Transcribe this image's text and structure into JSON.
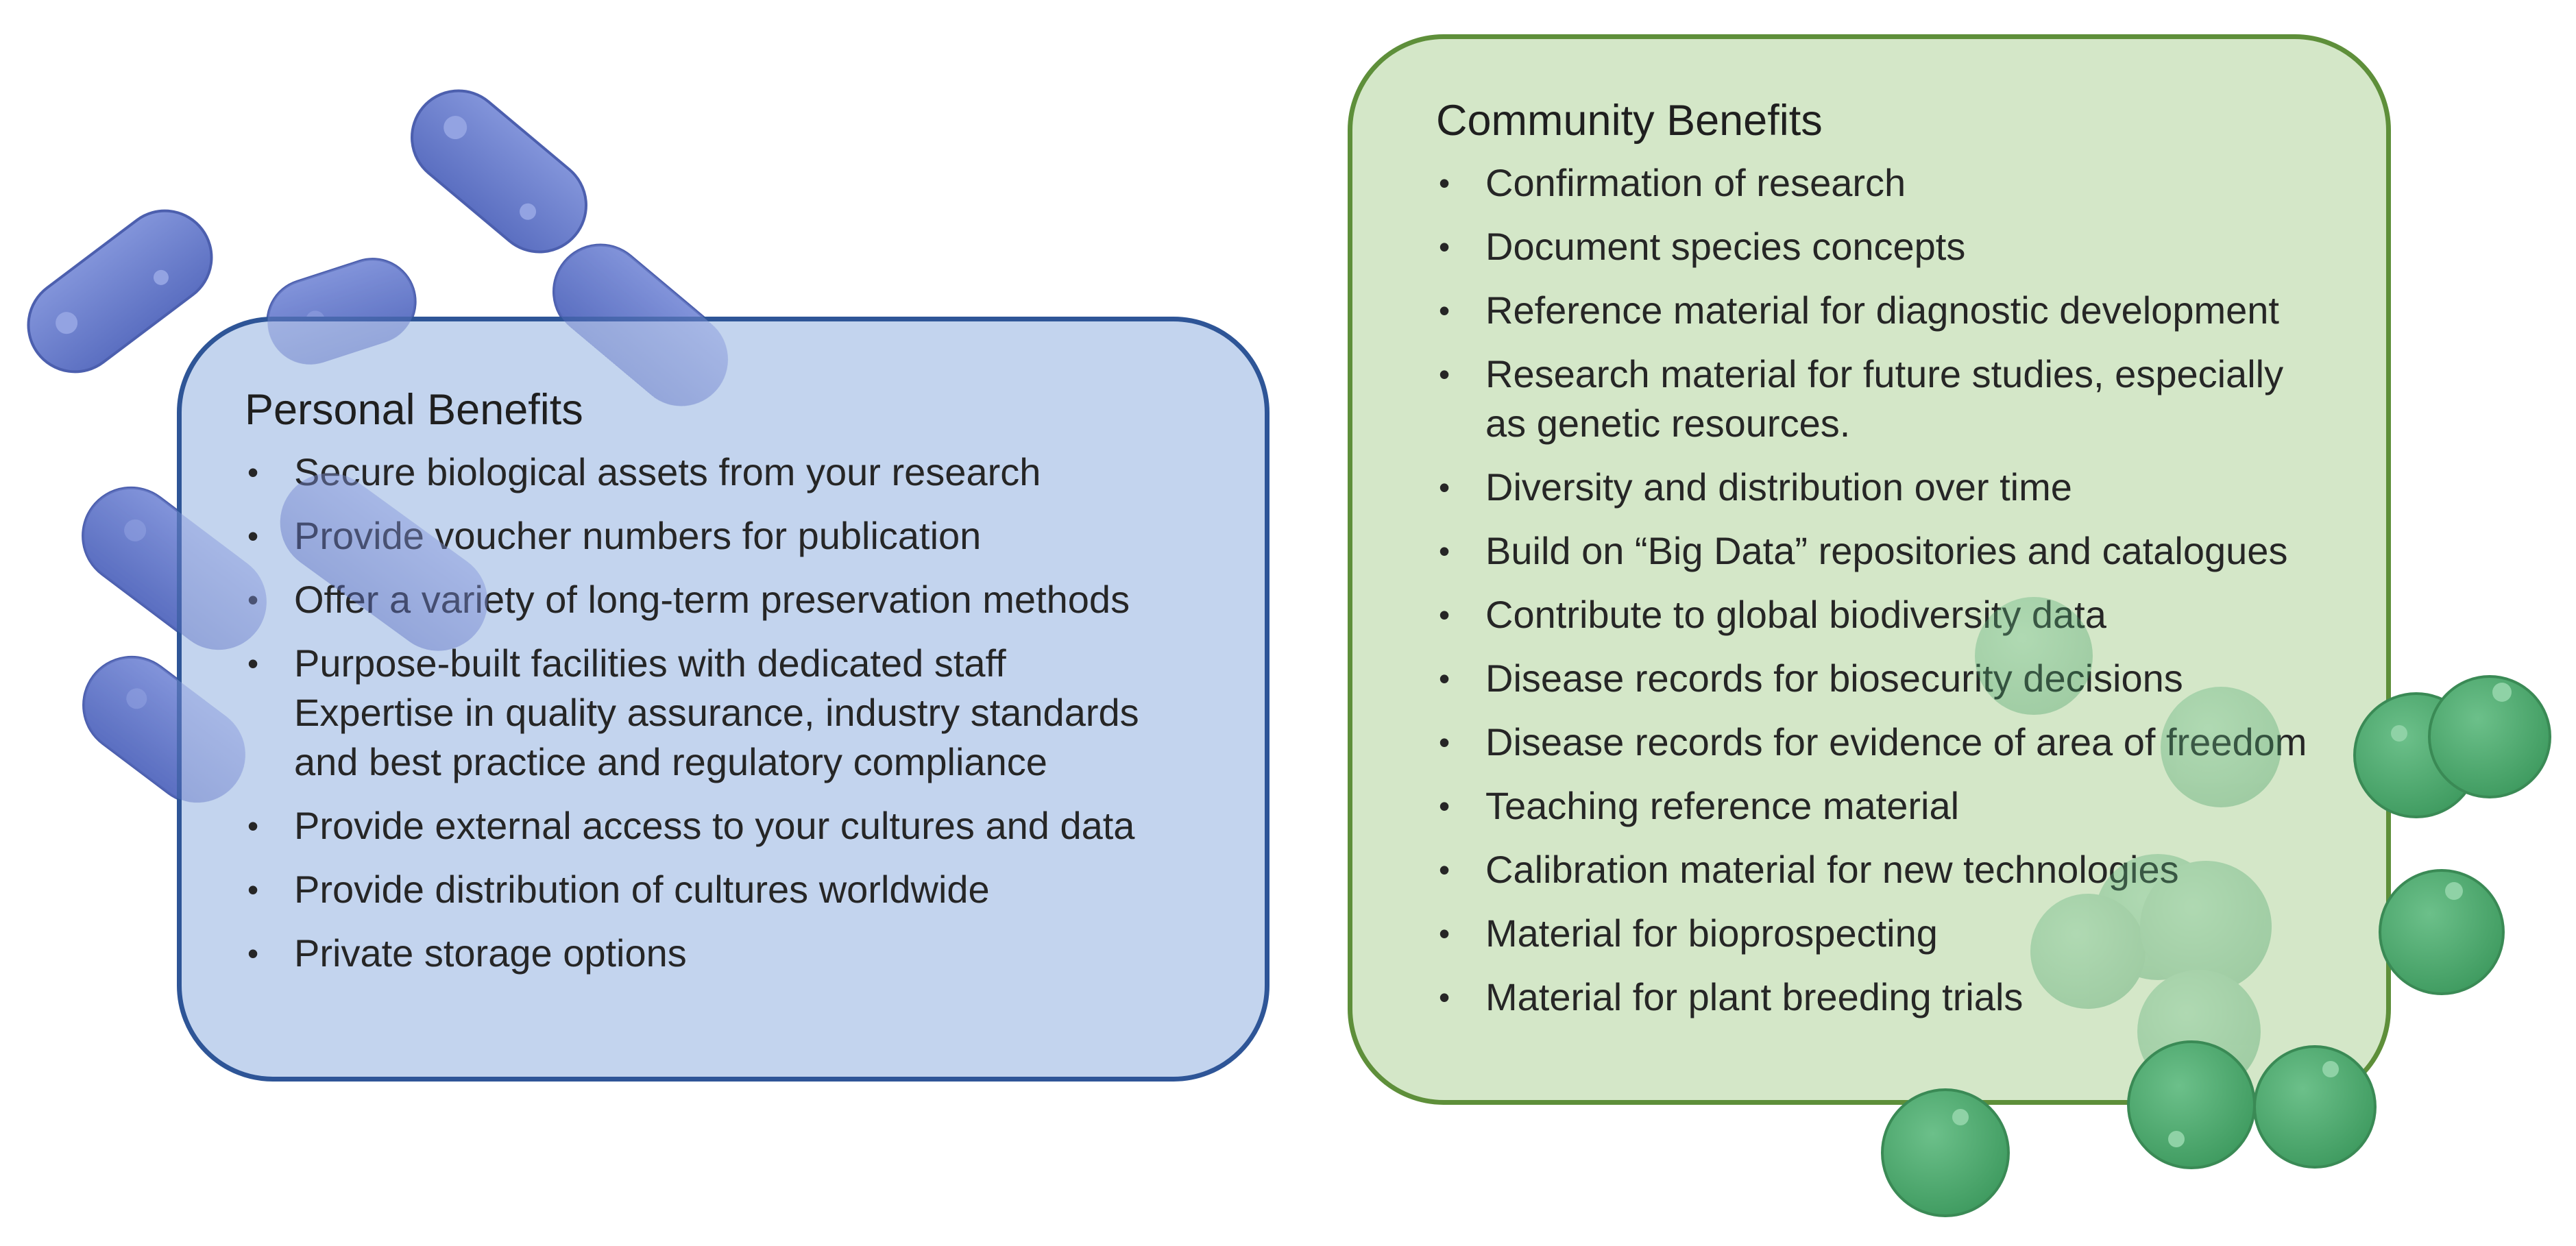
{
  "colors": {
    "personal_fill": "#c3d4ee",
    "personal_border": "#2e5597",
    "community_fill": "#d4e7c8",
    "community_border": "#5e8f3a",
    "bacteria_rod": "#6b7fcc",
    "bacteria_cocci": "#55ab72"
  },
  "personal": {
    "title": "Personal Benefits",
    "items": [
      "Secure biological assets from your research",
      "Provide voucher numbers for publication",
      "Offer a variety of long-term preservation methods",
      "Purpose-built facilities with dedicated staff\nExpertise in quality assurance, industry standards\nand best practice and regulatory compliance",
      "Provide external access to your cultures and data",
      "Provide distribution of cultures worldwide",
      "Private storage options"
    ]
  },
  "community": {
    "title": "Community Benefits",
    "items": [
      "Confirmation of research",
      "Document species concepts",
      "Reference material for diagnostic development",
      "Research material for future studies, especially\nas genetic resources.",
      "Diversity and distribution over time",
      "Build on “Big Data” repositories and catalogues",
      "Contribute to global biodiversity data",
      "Disease records for biosecurity decisions",
      "Disease records for evidence of area of freedom",
      "Teaching reference material",
      "Calibration material for new technologies",
      "Material for bioprospecting",
      "Material for plant breeding trials"
    ]
  }
}
